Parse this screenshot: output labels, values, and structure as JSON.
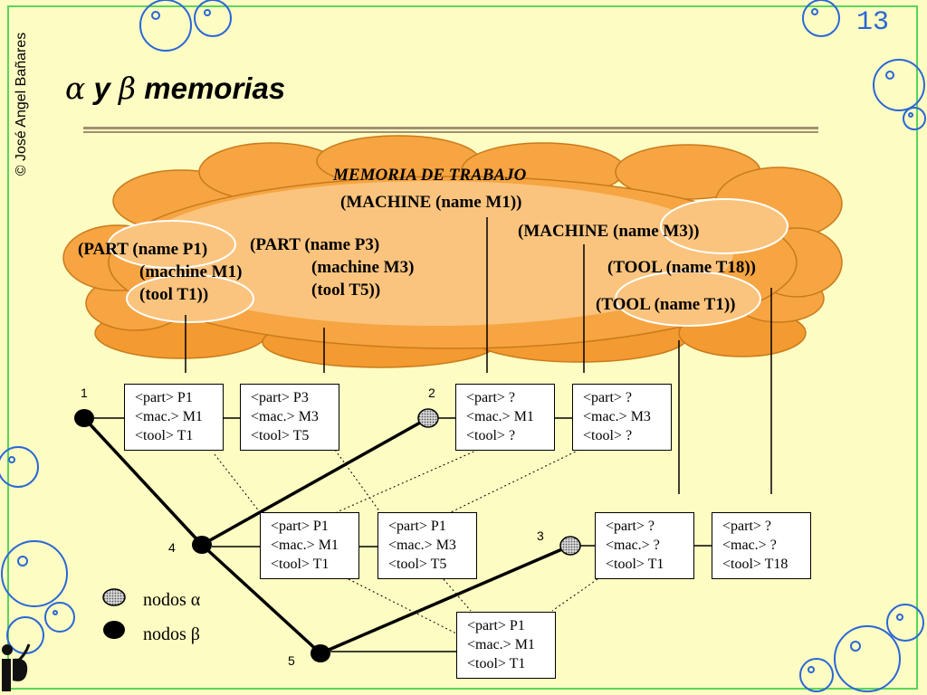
{
  "slide": {
    "page_number": "13",
    "copyright": "© José Angel Bañares",
    "title": {
      "alpha": "α",
      "mid": " y ",
      "beta": "β",
      "rest": " memorias"
    }
  },
  "working_memory": {
    "title": "MEMORIA DE TRABAJO",
    "wme1": "(MACHINE (name M1))",
    "wme2": [
      "(PART (name P1)",
      "(machine  M1)",
      "(tool T1))"
    ],
    "wme3": [
      "(PART (name P3)",
      "(machine  M3)",
      "(tool T5))"
    ],
    "wme4": "(MACHINE (name M3))",
    "wme5": "(TOOL (name T18))",
    "wme6": "(TOOL (name T1))"
  },
  "nodes": {
    "n1": "1",
    "n2": "2",
    "n3": "3",
    "n4": "4",
    "n5": "5"
  },
  "boxes": {
    "b1": [
      "<part> P1",
      "<mac.> M1",
      "<tool> T1"
    ],
    "b2": [
      "<part> P3",
      "<mac.> M3",
      "<tool> T5"
    ],
    "b3": [
      "<part> ?",
      "<mac.> M1",
      "<tool> ?"
    ],
    "b4": [
      "<part> ?",
      "<mac.> M3",
      "<tool> ?"
    ],
    "b5": [
      "<part> P1",
      "<mac.> M1",
      "<tool> T1"
    ],
    "b6": [
      "<part> P1",
      "<mac.> M3",
      "<tool> T5"
    ],
    "b7": [
      "<part> ?",
      "<mac.> ?",
      "<tool> T1"
    ],
    "b8": [
      "<part> ?",
      "<mac.> ?",
      "<tool> T18"
    ],
    "b9": [
      "<part> P1",
      "<mac.> M1",
      "<tool> T1"
    ]
  },
  "legend": {
    "alpha": "nodos α",
    "beta": "nodos β"
  },
  "colors": {
    "background": "#fdfcc2",
    "cloud": "#f6a542",
    "cloud_light": "#fbc47e",
    "bubble": "#2a66d8",
    "frame": "#5bd45b"
  }
}
